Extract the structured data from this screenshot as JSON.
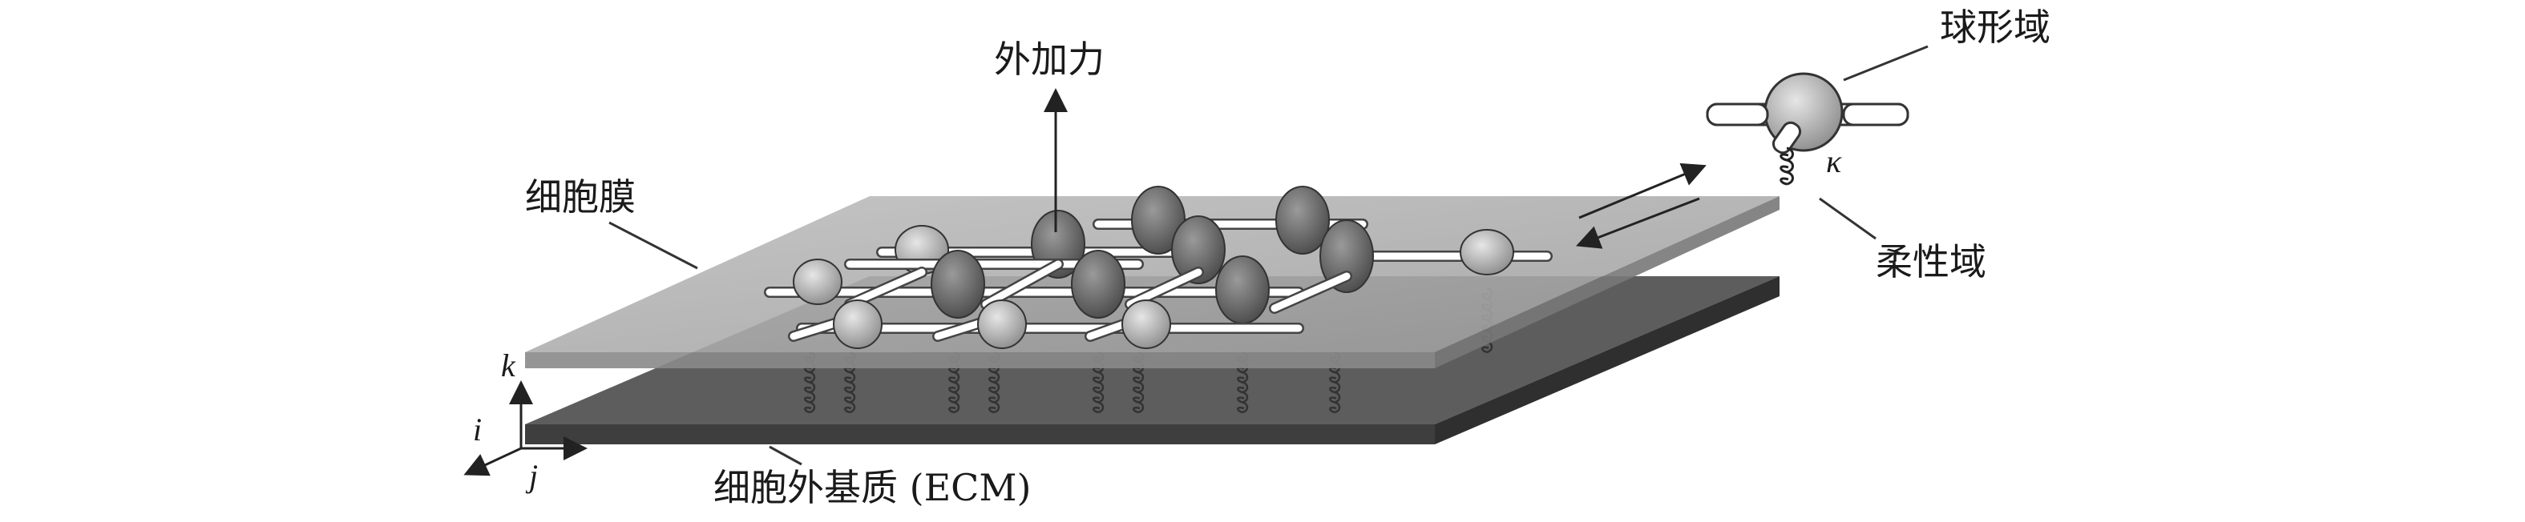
{
  "labels": {
    "external_force": "外加力",
    "cell_membrane": "细胞膜",
    "ecm": "细胞外基质 (ECM)",
    "globular_domain": "球形域",
    "flexible_domain": "柔性域",
    "kappa": "κ"
  },
  "axes": {
    "i": "i",
    "j": "j",
    "k": "k"
  }
}
